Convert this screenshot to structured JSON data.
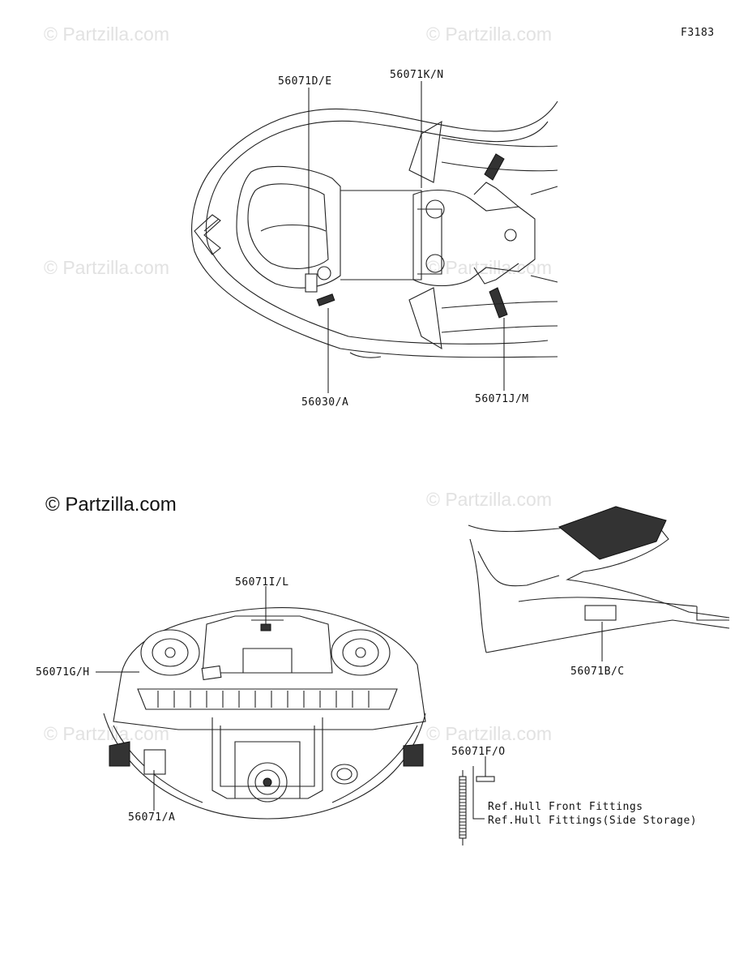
{
  "figure_id": "F3183",
  "watermark": "© Partzilla.com",
  "watermark_main": "© Partzilla.com",
  "top_view": {
    "callouts": {
      "d_e": "56071D/E",
      "k_n": "56071K/N",
      "a030": "56030/A",
      "j_m": "56071J/M"
    }
  },
  "rear_view": {
    "callouts": {
      "i_l": "56071I/L",
      "g_h": "56071G/H",
      "a": "56071/A"
    }
  },
  "side_view": {
    "callouts": {
      "b_c": "56071B/C"
    }
  },
  "fitting": {
    "part": "56071F/O",
    "ref1": "Ref.Hull Front Fittings",
    "ref2": "Ref.Hull Fittings(Side Storage)"
  }
}
